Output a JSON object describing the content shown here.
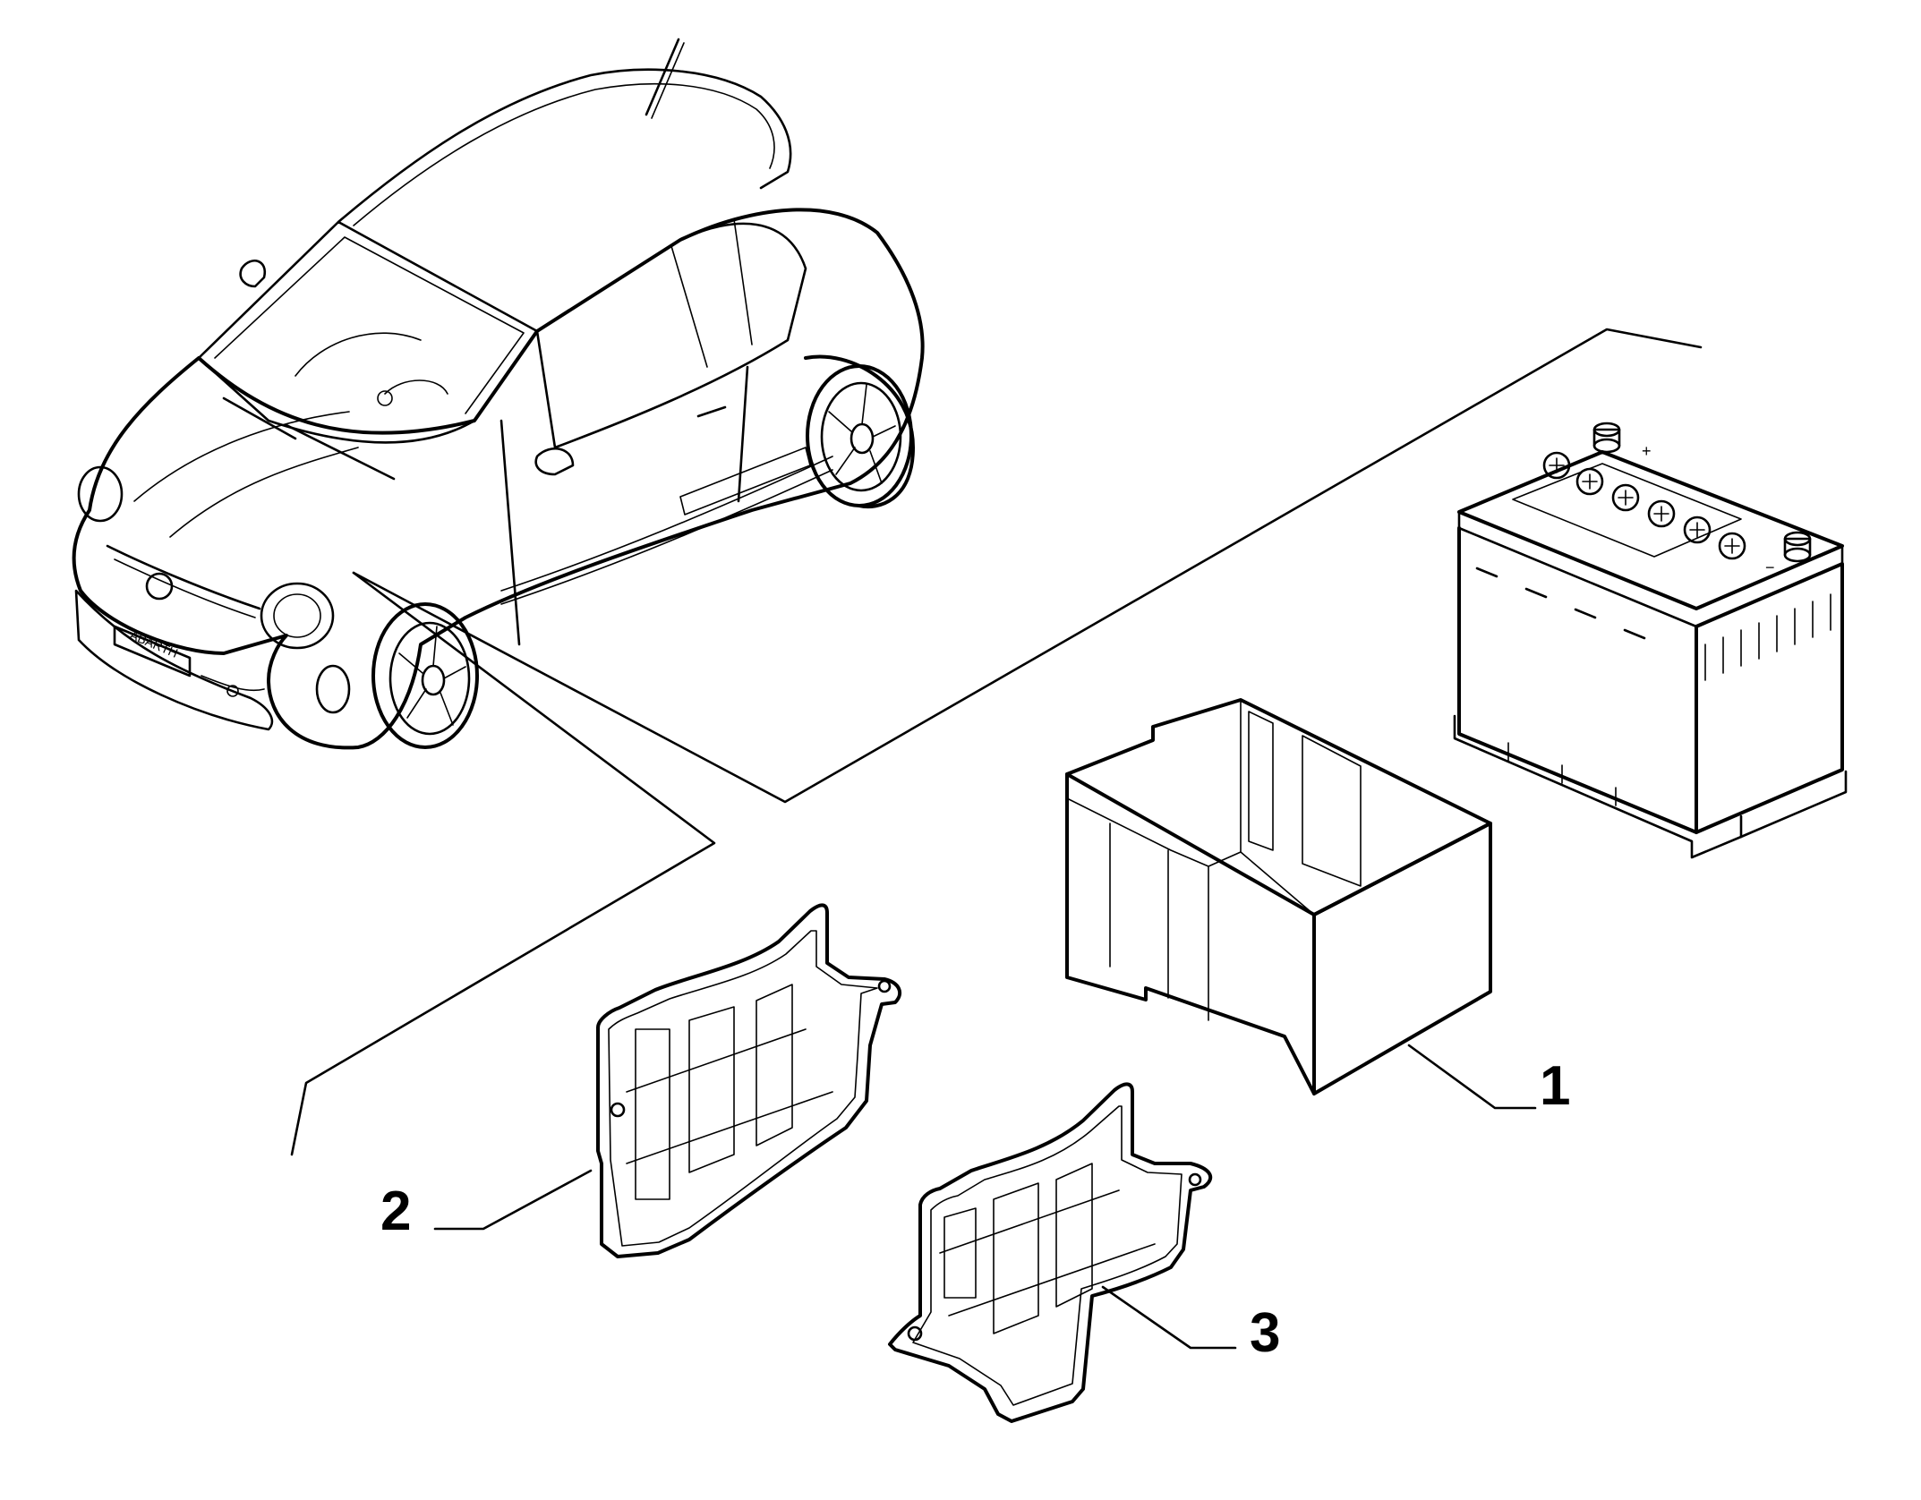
{
  "diagram": {
    "callouts": [
      {
        "id": "1",
        "label": "1",
        "part": "battery-tray"
      },
      {
        "id": "2",
        "label": "2",
        "part": "left-battery-bracket"
      },
      {
        "id": "3",
        "label": "3",
        "part": "right-battery-bracket"
      }
    ],
    "badges": {
      "car_plate": "ABARTH"
    },
    "battery_marks": {
      "positive": "+",
      "negative": "−"
    },
    "colors": {
      "line": "#000000",
      "background": "#ffffff"
    }
  }
}
